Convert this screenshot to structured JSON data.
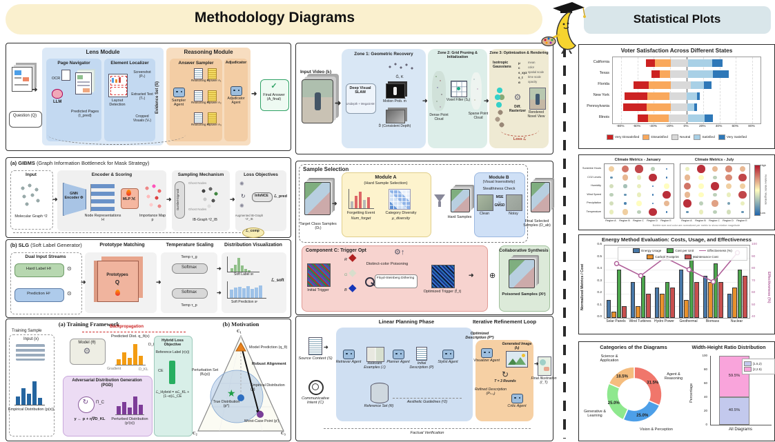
{
  "header": {
    "left_title": "Methodology Diagrams",
    "right_title": "Statistical Plots"
  },
  "lens": {
    "module1": "Lens Module",
    "module2": "Reasoning Module",
    "sub1": "Page Navigator",
    "ocr": "OCR",
    "llm": "LLM",
    "predicted": "Predicted Pages (I_pred)",
    "sub2": "Element Localizer",
    "layout": "Layout Detection",
    "screenshot": "Screenshot (Pₖ)",
    "extracted": "Extracted Text (Tₖ)",
    "cropped": "Cropped Visuals (Vₖ)",
    "evidence": "Evidence Set (S)",
    "sub3": "Answer Sampler",
    "sampler": "Sampler Agent",
    "r1": "Reasoning R₁",
    "a1": "Answer A₁",
    "r2": "Reasoning R₂",
    "a2": "Answer A₂",
    "r3": "Reasoning R₃",
    "a3": "Answer A₃",
    "sub4": "Adjudicator",
    "adjudicator": "Adjudicator Agent",
    "final": "Final Answer (A_final)",
    "question": "Question (Q)"
  },
  "slam": {
    "input": "Input Video (Iₜ)",
    "z1": "Zone 1: Geometric Recovery",
    "slam_box": "Deep Visual SLAM",
    "slam_sub": "Unidepth + MegaSAM",
    "poses": "Ĝ, K",
    "motion": "Motion Prob. m̂",
    "depth": "D̂ (Consistent Depth)",
    "z2": "Zone 2: Grid Pruning & Initialization",
    "dense": "Dense Point Cloud",
    "voxel": "Voxel Filter (Sᵥ)",
    "sparse": "Sparse Point Cloud",
    "z3": "Zone 3: Optimization & Rendering",
    "iso": "Isotropic Gaussians",
    "p1": "μ",
    "p1d": "mean",
    "p2": "c",
    "p2d": "color",
    "p3": "s_xyz",
    "p3d": "spatial scale",
    "p4": "s_t",
    "p4d": "time scale",
    "p5": "α",
    "p5d": "opacity",
    "rast": "Diff. Rasterizer",
    "render": "Rendered Novel View",
    "loss": "Loss ℒ"
  },
  "gibms": {
    "title_b": "(a) GIBMS",
    "title_r": "(Graph Information Bottleneck for Mask Strategy)",
    "s1": "Input",
    "mol": "Molecular Graph ᵊ2",
    "s2": "Encoder & Scoring",
    "gnn": "GNN Encoder Φ",
    "node": "Node Representations H",
    "mlp": "MLP ℳ",
    "imp": "Importance Map p",
    "s3": "Sampling Mechanism",
    "gumbel": "Gumbel-Sigmoid",
    "ghost1": "Ghost Nodes",
    "ghost2": "Ghost Nodes",
    "ib": "IB-Graph ᵊ2_IB",
    "s4": "Loss Objectives",
    "aug": "Augmented IB-Graph ᵊ2′_IB",
    "infonce": "InfoNCE",
    "lpred": "ℒ_pred",
    "lcomp": "ℒ_comp"
  },
  "slg": {
    "title_b": "(b) SLG",
    "title_r": "(Soft Label Generator)",
    "s1": "Dual Input Streams",
    "hard": "Hard Label Hᵍ",
    "pred": "Prediction Hᵖ",
    "s2": "Prototype Matching",
    "proto": "Prototypes",
    "q": "Q",
    "s3": "Temperature Scaling",
    "tg": "Temp τ_g",
    "tp": "Temp τ_p",
    "softmax1": "Softmax",
    "softmax2": "Softmax",
    "s4": "Distribution Visualization",
    "slabel": "Soft Label sᵍ",
    "spred": "Soft Prediction sᵖ",
    "lsoft": "ℒ_soft"
  },
  "sample": {
    "title": "Sample Selection",
    "target": "Target Class Samples (Dₜ)",
    "modA": "Module A",
    "modA_sub": "(Hard Sample Selection)",
    "forget": "Forgetting Event",
    "numforget": "Num_forget",
    "catdiv": "Category Diversity",
    "mudiv": "μ_diversity",
    "hard": "Hard Samples",
    "modB": "Module B",
    "modB_sub": "(Visual Insensitivity)",
    "stealth": "Stealthiness Check",
    "clean": "Clean",
    "mse": "MSE",
    "gmsd": "GMSD",
    "noisy": "Noisy",
    "final": "Final Selected Samples (D_ab)",
    "compC": "Component C: Trigger Opt",
    "init": "Initial Trigger",
    "r": "R",
    "g": "G",
    "b": "B",
    "distinct": "Distinct-color Poisoning",
    "floyd": "Floyd-Steinberg Dithering",
    "opt": "Optimized Trigger (f̂_t)",
    "collab": "Collaborative Synthesis",
    "poisoned": "Poisoned Samples (Xᵖ)"
  },
  "training": {
    "ta": "(a) Training Framework",
    "tb": "(b) Motivation",
    "tsample": "Training Sample",
    "input": "Input (x)",
    "empirical": "Empirical Distribution (p(x))",
    "model": "Model (θ)",
    "preddist": "Predicted Dist. q_θ(x)",
    "backprop": "Backpropagation",
    "pgd": "Adversarial Distribution Generation (PGD)",
    "pic": "Π_C",
    "formula": "y ← p + η∇D_KL",
    "perturbed": "Perturbed Distribution (p′(x))",
    "gradient": "Gradient",
    "dkl1": "D_KL",
    "dkl2": "D_KL",
    "hybrid": "Hybrid Loss Objective",
    "ref": "Reference Label (r(x))",
    "ce": "CE",
    "lhybrid": "ℒ_Hybrid = αℒ_KL + (1−α)ℒ_CE",
    "c1": "C₁",
    "c2": "C₂",
    "c3": "C₃",
    "modelpred": "Model Prediction (q_θ)",
    "robust": "Robust Alignment",
    "pertset": "Perturbation Set (Bᵣ(p))",
    "empdist": "Empirical Distribution (p)",
    "truedist": "True Distribution (p*)",
    "worst": "Worst-Case Point (p′)"
  },
  "planning": {
    "t1": "Linear Planning Phase",
    "t2": "Iterative Refinement Loop",
    "source": "Source Context (S)",
    "intent": "Communicative Intent (C)",
    "retriever": "Retriever Agent",
    "examples": "Relevant Examples (ℰ)",
    "planner": "Planner Agent",
    "initdesc": "Initial Description (P)",
    "stylist": "Stylist Agent",
    "refset": "Reference Set (R)",
    "aesthetic": "Aesthetic Guidelines (ᵊ2)",
    "optdesc": "Optimized Description (P*)",
    "visualizer": "Visualizer Agent",
    "genimg": "Generated Image (Iₜ)",
    "rounds": "T = 3 Rounds",
    "critic": "Critic Agent",
    "refined": "Refined Description (Pₜ₊₁)",
    "finalill": "Final Illustration (I_T)",
    "factual": "Factual Verification"
  },
  "chart_data": [
    {
      "id": "voter",
      "type": "bar",
      "variant": "diverging-stacked-horizontal",
      "title": "Voter Satisfaction Across Different States",
      "categories": [
        "California",
        "Texas",
        "Florida",
        "New York",
        "Pennsylvania",
        "Illinois"
      ],
      "series": [
        {
          "name": "Very Dissatisfied",
          "color": "#cc2222",
          "values": [
            11,
            10,
            19,
            28,
            28,
            13
          ]
        },
        {
          "name": "Dissatisfied",
          "color": "#f9a85c",
          "values": [
            20,
            13,
            27,
            27,
            30,
            25
          ]
        },
        {
          "name": "Neutral",
          "color": "#d9d9d9",
          "values": [
            21,
            22,
            24,
            21,
            20,
            24
          ]
        },
        {
          "name": "Satisfied",
          "color": "#a8d0e6",
          "values": [
            29,
            30,
            16,
            13,
            8,
            20
          ]
        },
        {
          "name": "Very Satisfied",
          "color": "#2e78b8",
          "values": [
            13,
            19,
            9,
            3,
            4,
            10
          ]
        }
      ],
      "left_start": [
        -50,
        -43,
        -65,
        -76,
        -77,
        -60
      ],
      "x_ticks": [
        "-80%",
        "-60%",
        "-40%",
        "-20%",
        "0%",
        "20%",
        "40%",
        "60%",
        "80%"
      ],
      "xlim": [
        -90,
        90
      ],
      "legend_position": "bottom",
      "grid": true
    },
    {
      "id": "climate",
      "type": "heatmap",
      "variant": "dot-matrix",
      "titles": [
        "Climate Metrics - January",
        "Climate Metrics - July"
      ],
      "rows": [
        "Sunshine Hours",
        "CO2 Levels",
        "Humidity",
        "Wind Speed",
        "Precipitation",
        "Temperature"
      ],
      "cols": [
        "Region A",
        "Region B",
        "Region C",
        "Region D",
        "Region E"
      ],
      "january": [
        [
          0.6,
          0.8,
          0.9,
          0.35,
          0.05
        ],
        [
          0.15,
          0.65,
          0.45,
          0.95,
          0.05
        ],
        [
          0.4,
          0.3,
          0.45,
          0.05,
          0.5
        ],
        [
          0.35,
          0.15,
          0.45,
          0.05,
          0.95
        ],
        [
          0.4,
          0.1,
          0.5,
          0.05,
          0.65
        ],
        [
          0.45,
          0.6,
          0.35,
          0.95,
          0.05
        ]
      ],
      "july": [
        [
          0.45,
          0.95,
          0.65,
          0.75,
          0.65
        ],
        [
          0.65,
          0.5,
          0.35,
          0.75,
          0.9
        ],
        [
          0.8,
          0.5,
          0.95,
          0.6,
          0.6
        ],
        [
          0.65,
          0.5,
          0.35,
          0.45,
          0.9
        ],
        [
          0.95,
          0.35,
          0.7,
          0.2,
          0.45
        ],
        [
          0.15,
          0.45,
          0.35,
          0.4,
          0.15
        ]
      ],
      "colorbar": {
        "label": "Relative Metric Magnitude",
        "high": "High",
        "low": "Low"
      },
      "footnote": "Bubble size and color are normalized per metric to show relative magnitude"
    },
    {
      "id": "energy",
      "type": "bar",
      "variant": "grouped+line",
      "title": "Energy Method Evaluation: Costs, Usage, and Effectiveness",
      "categories": [
        "Solar Panels",
        "Wind Turbines",
        "Hydro Power",
        "Geothermal",
        "Biomass",
        "Nuclear"
      ],
      "series": [
        {
          "name": "Energy Usage",
          "color": "#4878a8",
          "values": [
            0.15,
            0.3,
            0.25,
            0.4,
            0.35,
            0.2
          ]
        },
        {
          "name": "Carbon Footprint",
          "color": "#e8912d",
          "values": [
            0.05,
            0.1,
            0.2,
            0.15,
            0.3,
            0.25
          ]
        },
        {
          "name": "Cost per Unit",
          "color": "#4da64d",
          "values": [
            0.4,
            0.35,
            0.3,
            0.5,
            0.45,
            0.4
          ]
        },
        {
          "name": "Maintenance Cost",
          "color": "#c8504f",
          "values": [
            0.1,
            0.2,
            0.25,
            0.3,
            0.3,
            0.35
          ]
        }
      ],
      "line": {
        "name": "Effectiveness (%)",
        "color": "#b0609a",
        "values": [
          85,
          75,
          90,
          80,
          70,
          94
        ]
      },
      "ylabel": "Normalized Metrics / Cost",
      "ylim": [
        0,
        0.6
      ],
      "y_ticks": [
        "0.0",
        "0.1",
        "0.2",
        "0.3",
        "0.4",
        "0.5",
        "0.6"
      ],
      "y2label": "Effectiveness (%)",
      "y2lim": [
        40,
        100
      ],
      "y2_ticks": [
        "40",
        "50",
        "60",
        "70",
        "80",
        "90",
        "100"
      ],
      "grid": true
    },
    {
      "id": "donut",
      "type": "pie",
      "title": "Categories of the Diagrams",
      "slices": [
        {
          "label": "Agent & Reasoning",
          "pct": 31.5,
          "color": "#f0766b"
        },
        {
          "label": "Vision & Perception",
          "pct": 25.0,
          "color": "#4d9fe8"
        },
        {
          "label": "Generative & Learning",
          "pct": 25.0,
          "color": "#8ee88e"
        },
        {
          "label": "Science & Application",
          "pct": 18.5,
          "color": "#f5bd7e"
        }
      ]
    },
    {
      "id": "ratio",
      "type": "bar",
      "variant": "stacked-percent",
      "title": "Width-Height Ratio Distribution",
      "categories": [
        "All Diagrams"
      ],
      "series": [
        {
          "name": "[1.5,2)",
          "color": "#c3c9ed",
          "pct": 40.5
        },
        {
          "name": "[2,2.5)",
          "color": "#f9a4db",
          "pct": 59.5
        }
      ],
      "ylabel": "Percentage",
      "ylim": [
        0,
        100
      ],
      "y_ticks": [
        "0",
        "20",
        "40",
        "60",
        "80",
        "100"
      ]
    }
  ]
}
